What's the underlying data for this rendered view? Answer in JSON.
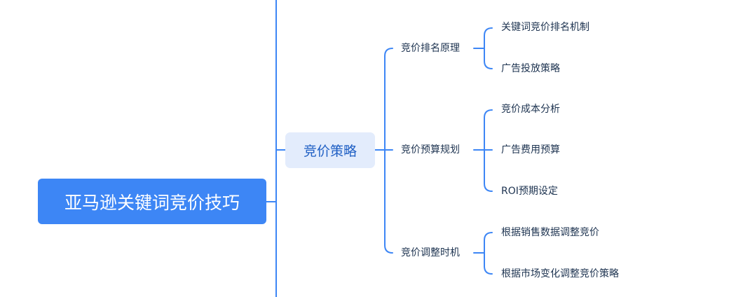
{
  "mindmap": {
    "root": {
      "label": "亚马逊关键词竞价技巧"
    },
    "branch": {
      "label": "竞价策略",
      "children": [
        {
          "label": "竞价排名原理",
          "children": [
            "关键词竞价排名机制",
            "广告投放策略"
          ]
        },
        {
          "label": "竞价预算规划",
          "children": [
            "竞价成本分析",
            "广告费用预算",
            "ROI预期设定"
          ]
        },
        {
          "label": "竞价调整时机",
          "children": [
            "根据销售数据调整竞价",
            "根据市场变化调整竞价策略"
          ]
        }
      ]
    }
  },
  "colors": {
    "line": "#3d86f5",
    "root_fill": "#3d86f5",
    "branch_fill": "#e3ecfc",
    "branch_text": "#1f5fc4",
    "text": "#1d3350"
  }
}
